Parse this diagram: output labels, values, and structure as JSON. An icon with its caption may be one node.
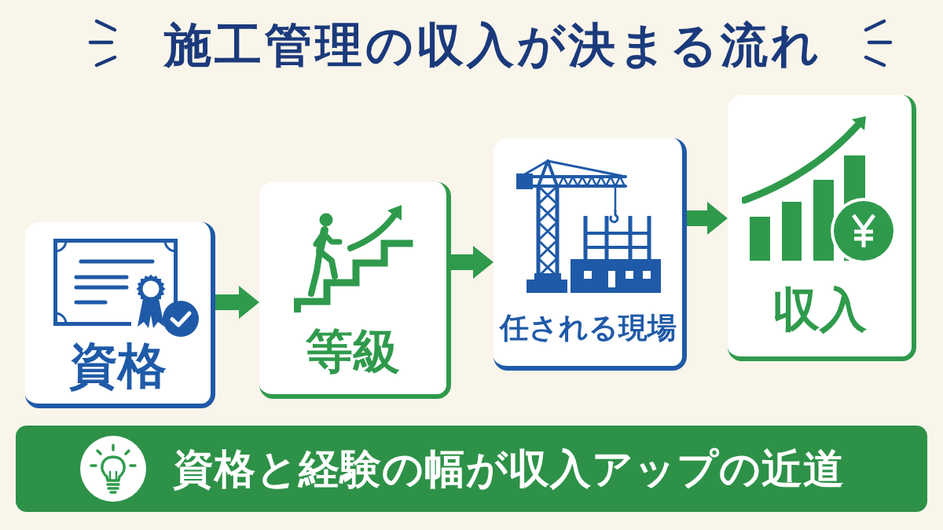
{
  "diagram": {
    "title": "施工管理の収入が決まる流れ",
    "nodes": [
      {
        "text": [
          "資格"
        ]
      },
      {
        "text": [
          "等級"
        ]
      },
      {
        "text": [
          "任される現場"
        ]
      },
      {
        "text": [
          "収入"
        ]
      },
      {
        "text": [
          "資格と経験の幅が収入アップの近道"
        ]
      }
    ],
    "edges": [
      {
        "from": 0,
        "to": 1,
        "arrow": "to"
      },
      {
        "from": 1,
        "to": 2,
        "arrow": "to"
      },
      {
        "from": 2,
        "to": 3,
        "arrow": "to"
      }
    ]
  }
}
